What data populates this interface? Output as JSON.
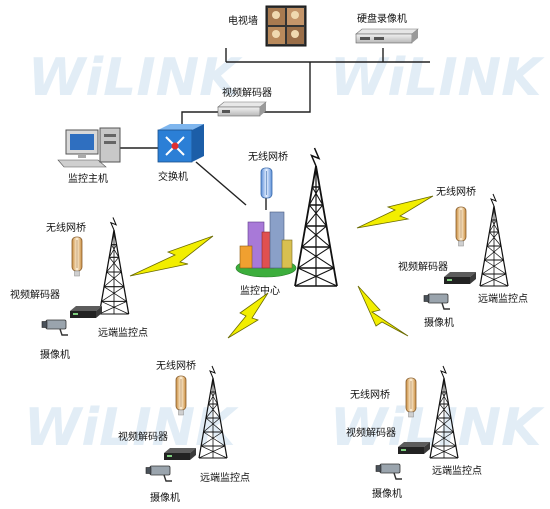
{
  "watermark": {
    "text": "WiLINK"
  },
  "labels": {
    "tv_wall": "电视墙",
    "dvr": "硬盘录像机",
    "decoder_top": "视频解码器",
    "monitor_host": "监控主机",
    "switch": "交换机",
    "bridge_center": "无线网桥",
    "center": "监控中心",
    "left": {
      "bridge": "无线网桥",
      "decoder": "视频解码器",
      "camera": "摄像机",
      "remote": "远端监控点"
    },
    "right": {
      "bridge": "无线网桥",
      "decoder": "视频解码器",
      "camera": "摄像机",
      "remote": "远端监控点"
    },
    "bottom_left": {
      "bridge": "无线网桥",
      "decoder": "视频解码器",
      "camera": "摄像机",
      "remote": "远端监控点"
    },
    "bottom_right": {
      "bridge": "无线网桥",
      "decoder": "视频解码器",
      "camera": "摄像机",
      "remote": "远端监控点"
    }
  },
  "colors": {
    "lightning": "#f2ee00",
    "lightning_stroke": "#6a6a00",
    "switch": "#2b7fd6",
    "tower": "#111111",
    "watermark": "#d9e8f4"
  }
}
